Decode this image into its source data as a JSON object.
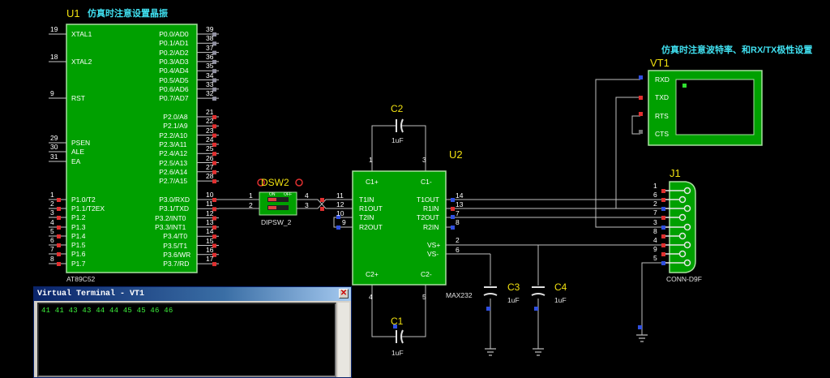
{
  "u1": {
    "ref": "U1",
    "note": "仿真时注意设置晶振",
    "part": "AT89C52",
    "left_pins": [
      {
        "num": "19",
        "name": "XTAL1"
      },
      {
        "num": "18",
        "name": "XTAL2"
      },
      {
        "num": "9",
        "name": "RST"
      },
      {
        "num": "29",
        "name": "PSEN"
      },
      {
        "num": "30",
        "name": "ALE"
      },
      {
        "num": "31",
        "name": "EA"
      },
      {
        "num": "1",
        "name": "P1.0/T2"
      },
      {
        "num": "2",
        "name": "P1.1/T2EX"
      },
      {
        "num": "3",
        "name": "P1.2"
      },
      {
        "num": "4",
        "name": "P1.3"
      },
      {
        "num": "5",
        "name": "P1.4"
      },
      {
        "num": "6",
        "name": "P1.5"
      },
      {
        "num": "7",
        "name": "P1.6"
      },
      {
        "num": "8",
        "name": "P1.7"
      }
    ],
    "right_pins": [
      {
        "num": "39",
        "name": "P0.0/AD0"
      },
      {
        "num": "38",
        "name": "P0.1/AD1"
      },
      {
        "num": "37",
        "name": "P0.2/AD2"
      },
      {
        "num": "36",
        "name": "P0.3/AD3"
      },
      {
        "num": "35",
        "name": "P0.4/AD4"
      },
      {
        "num": "34",
        "name": "P0.5/AD5"
      },
      {
        "num": "33",
        "name": "P0.6/AD6"
      },
      {
        "num": "32",
        "name": "P0.7/AD7"
      },
      {
        "num": "21",
        "name": "P2.0/A8"
      },
      {
        "num": "22",
        "name": "P2.1/A9"
      },
      {
        "num": "23",
        "name": "P2.2/A10"
      },
      {
        "num": "24",
        "name": "P2.3/A11"
      },
      {
        "num": "25",
        "name": "P2.4/A12"
      },
      {
        "num": "26",
        "name": "P2.5/A13"
      },
      {
        "num": "27",
        "name": "P2.6/A14"
      },
      {
        "num": "28",
        "name": "P2.7/A15"
      },
      {
        "num": "10",
        "name": "P3.0/RXD"
      },
      {
        "num": "11",
        "name": "P3.1/TXD"
      },
      {
        "num": "12",
        "name": "P3.2/INT0"
      },
      {
        "num": "13",
        "name": "P3.3/INT1"
      },
      {
        "num": "14",
        "name": "P3.4/T0"
      },
      {
        "num": "15",
        "name": "P3.5/T1"
      },
      {
        "num": "16",
        "name": "P3.6/WR"
      },
      {
        "num": "17",
        "name": "P3.7/RD"
      }
    ]
  },
  "dsw2": {
    "ref": "DSW2",
    "part": "DIPSW_2",
    "on_label": "ON",
    "off_label": "OFF",
    "pins": [
      "1",
      "2",
      "4",
      "3"
    ]
  },
  "u2": {
    "ref": "U2",
    "part": "MAX232",
    "inner": [
      "C1+",
      "C1-",
      "T1IN",
      "R1OUT",
      "T2IN",
      "R2OUT",
      "T1OUT",
      "R1IN",
      "T2OUT",
      "R2IN",
      "VS+",
      "VS-",
      "C2+",
      "C2-"
    ],
    "pins": {
      "c1p": "1",
      "c1m": "3",
      "t1in": "11",
      "r1out": "12",
      "t2in": "10",
      "r2out": "9",
      "t1out": "14",
      "r1in": "13",
      "t2out": "7",
      "r2in": "8",
      "vsp": "2",
      "vsm": "6",
      "c2p": "4",
      "c2m": "5"
    }
  },
  "caps": [
    {
      "ref": "C2",
      "value": "1uF"
    },
    {
      "ref": "C1",
      "value": "1uF"
    },
    {
      "ref": "C3",
      "value": "1uF"
    },
    {
      "ref": "C4",
      "value": "1uF"
    }
  ],
  "vt1": {
    "ref": "VT1",
    "note": "仿真时注意波特率、和RX/TX极性设置",
    "pins": [
      "RXD",
      "TXD",
      "RTS",
      "CTS"
    ]
  },
  "j1": {
    "ref": "J1",
    "part": "CONN-D9F",
    "pins": [
      "1",
      "6",
      "2",
      "7",
      "3",
      "8",
      "4",
      "9",
      "5"
    ]
  },
  "terminal": {
    "title": "Virtual Terminal - VT1",
    "close": "✕",
    "output": "41 41 43 43 44 44 45 45 46 46"
  },
  "colors": {
    "background": "#000000",
    "chip_fill": "#00a000",
    "chip_border": "#a8e0a0",
    "wire": "#c0c0c0",
    "ref_label": "#f0e010",
    "note_label": "#40e0f0"
  }
}
